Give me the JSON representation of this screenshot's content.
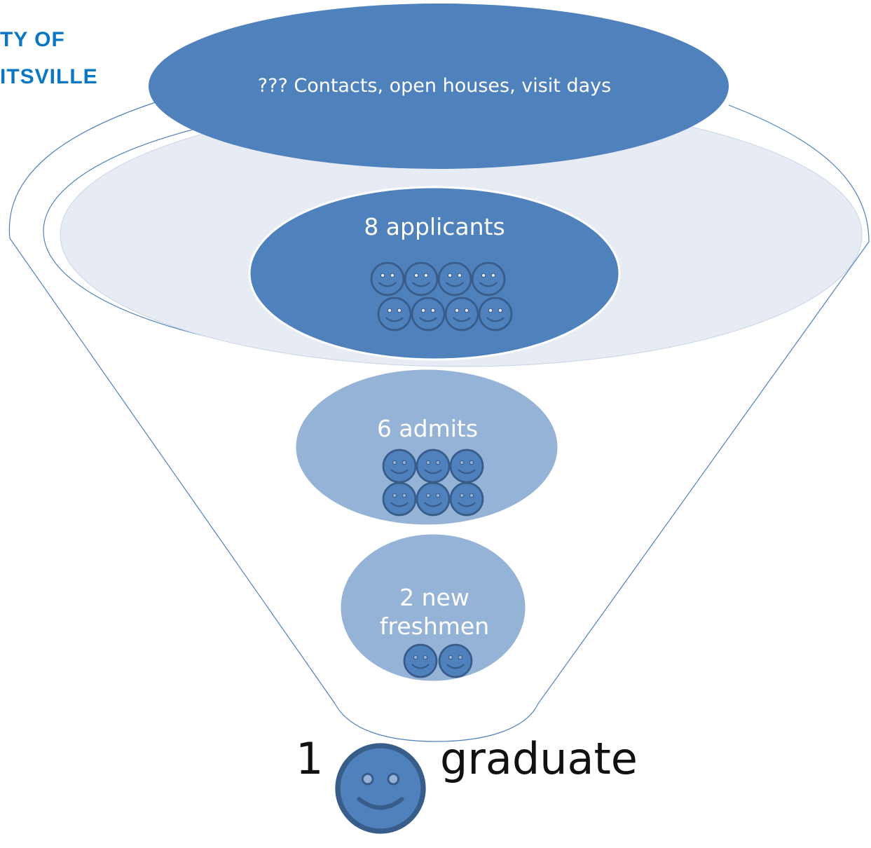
{
  "logo": {
    "line1": "TY OF",
    "line2": "ITSVILLE",
    "color": "#0a77c5"
  },
  "funnel": {
    "stages": [
      {
        "id": "top",
        "label": "??? Contacts, open houses, visit days",
        "count": null
      },
      {
        "id": "applicants",
        "label": "8 applicants",
        "count": 8
      },
      {
        "id": "admits",
        "label": "6 admits",
        "count": 6
      },
      {
        "id": "freshmen",
        "label_line1": "2 new",
        "label_line2": "freshmen",
        "count": 2
      }
    ],
    "result": {
      "number": "1",
      "word": "graduate",
      "count": 1
    }
  },
  "colors": {
    "dark_blue": "#4f81bd",
    "mid_blue": "#95b3d7",
    "pale_blue": "#e6ebf4",
    "outline": "#385d8a",
    "text_light": "#ffffff"
  },
  "icons": {
    "smiley": "smiley-face-icon"
  }
}
